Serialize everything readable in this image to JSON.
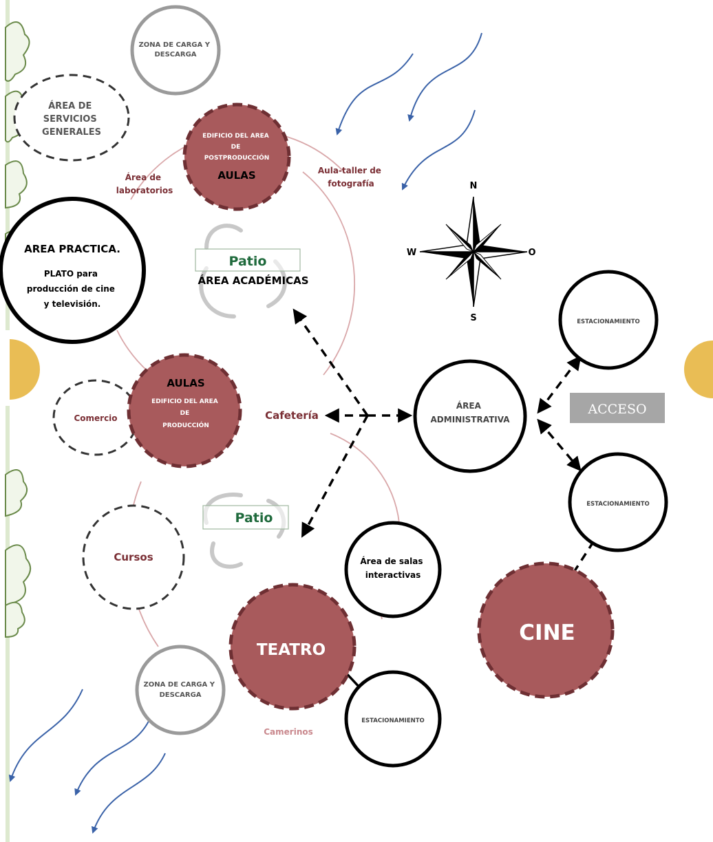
{
  "nodes": {
    "zona_carga_top": [
      "ZONA DE CARGA Y",
      "DESCARGA"
    ],
    "servicios": [
      "ÁREA DE",
      "SERVICIOS",
      "GENERALES"
    ],
    "postproduccion": [
      "EDIFICIO DEL AREA",
      "DE",
      "POSTPRODUCCIÓN"
    ],
    "aulas_top": "AULAS",
    "laboratorios": [
      "Área de",
      "laboratorios"
    ],
    "aula_taller": [
      "Aula-taller de",
      "fotografía"
    ],
    "area_practica_title": "AREA PRACTICA.",
    "area_practica_body": [
      "PLATO para",
      "producción de cine",
      "y televisión."
    ],
    "patio_top": "Patio",
    "area_academicas": "ÁREA ACADÉMICAS",
    "aulas_mid": "AULAS",
    "produccion": [
      "EDIFICIO DEL AREA",
      "DE",
      "PRODUCCIÓN"
    ],
    "comercio": "Comercio",
    "cafeteria": "Cafetería",
    "administrativa": [
      "ÁREA",
      "ADMINISTRATIVA"
    ],
    "estacionamiento_top": "ESTACIONAMIENTO",
    "acceso": "ACCESO",
    "estacionamiento_mid": "ESTACIONAMIENTO",
    "patio_bottom": "Patio",
    "cursos": "Cursos",
    "salas": [
      "Área de salas",
      "interactivas"
    ],
    "teatro": "TEATRO",
    "cine": "CINE",
    "zona_carga_bottom": [
      "ZONA DE CARGA Y",
      "DESCARGA"
    ],
    "estacionamiento_bottom": "ESTACIONAMIENTO",
    "camerinos": "Camerinos"
  },
  "compass": {
    "n": "N",
    "s": "S",
    "w": "W",
    "e": "O"
  },
  "colors": {
    "building": "#a85a5c",
    "building_edge": "#6e2f33",
    "label_maroon": "#7a2e34",
    "patio_green": "#1f6a3c",
    "acceso_bg": "#a6a6a6",
    "wind": "#3a62a8",
    "thin_ring": "#d9a7a9",
    "yellow_dot": "#e9bd55",
    "gray_ring": "#9a9a9a"
  },
  "icons": [
    "tree-icon",
    "wind-icon",
    "compass-rose-icon",
    "swirl-arrows-icon"
  ]
}
